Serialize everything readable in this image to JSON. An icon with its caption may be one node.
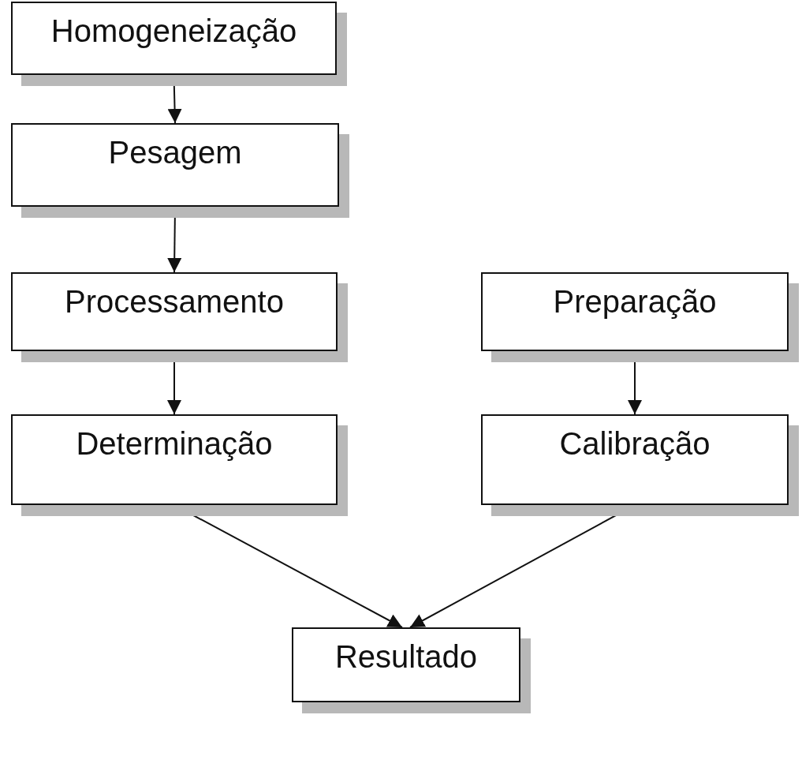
{
  "diagram": {
    "nodes": [
      {
        "text": [
          "Homogeneização"
        ]
      },
      {
        "text": [
          "Pesagem"
        ]
      },
      {
        "text": [
          "Processamento"
        ]
      },
      {
        "text": [
          "Determinação"
        ]
      },
      {
        "text": [
          "Preparação"
        ]
      },
      {
        "text": [
          "Calibração"
        ]
      },
      {
        "text": [
          "Resultado"
        ]
      }
    ],
    "edges": [
      {
        "from": 0,
        "to": 1,
        "arrow": "to"
      },
      {
        "from": 1,
        "to": 2,
        "arrow": "to"
      },
      {
        "from": 2,
        "to": 3,
        "arrow": "to"
      },
      {
        "from": 4,
        "to": 5,
        "arrow": "to"
      },
      {
        "from": 3,
        "to": 6,
        "arrow": "to"
      },
      {
        "from": 5,
        "to": 6,
        "arrow": "to"
      }
    ]
  }
}
